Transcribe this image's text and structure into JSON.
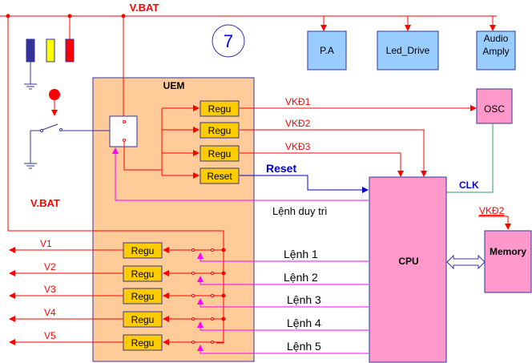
{
  "title": "V.BAT",
  "page_badge": "7",
  "left_vbat_label": "V.BAT",
  "uem": {
    "title": "UEM"
  },
  "top_loads": [
    {
      "label": "P.A"
    },
    {
      "label": "Led_Drive"
    },
    {
      "label": "Audio\nAmply",
      "line1": "Audio",
      "line2": "Amply"
    }
  ],
  "upper_regulators": [
    {
      "label": "Regu",
      "output": "VKĐ1"
    },
    {
      "label": "Regu",
      "output": "VKĐ2"
    },
    {
      "label": "Regu",
      "output": "VKĐ3"
    },
    {
      "label": "Reset",
      "output": "Reset"
    }
  ],
  "lower_regulators": [
    {
      "label": "Regu",
      "output": "V1",
      "command": "Lệnh 1"
    },
    {
      "label": "Regu",
      "output": "V2",
      "command": "Lệnh 2"
    },
    {
      "label": "Regu",
      "output": "V3",
      "command": "Lệnh 3"
    },
    {
      "label": "Regu",
      "output": "V4",
      "command": "Lệnh 4"
    },
    {
      "label": "Regu",
      "output": "V5",
      "command": "Lệnh 5"
    }
  ],
  "maintain_command": "Lệnh duy trì",
  "osc": {
    "label": "OSC",
    "clk_label": "CLK"
  },
  "cpu": {
    "label": "CPU"
  },
  "memory": {
    "label": "Memory",
    "supply": "VKĐ2"
  },
  "colors": {
    "supply_line": "#ff0000",
    "control_line": "#ff00ff",
    "reset_line": "#0000cc",
    "clk_line": "#339966",
    "uem_fill": "#ffcc99",
    "regu_fill": "#ffcc00",
    "load_fill": "#99ccff",
    "cpu_fill": "#ff99cc",
    "outline": "#333399",
    "battery_colors": [
      "#333399",
      "#ffff00",
      "#ff0000"
    ]
  }
}
